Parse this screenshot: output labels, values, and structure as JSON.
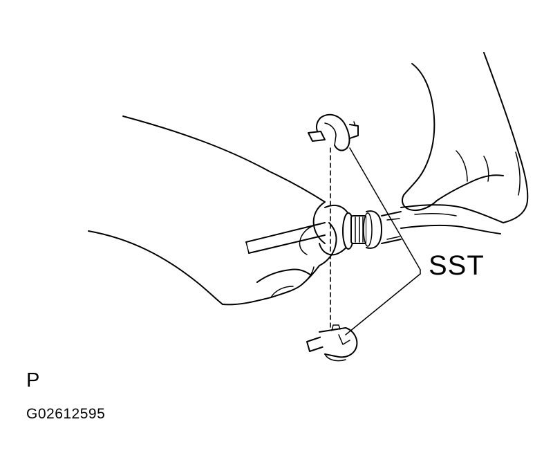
{
  "labels": {
    "callout": "SST",
    "page_letter": "P",
    "figure_code": "G02612595"
  },
  "colors": {
    "ink": "#000000",
    "paper": "#ffffff"
  }
}
